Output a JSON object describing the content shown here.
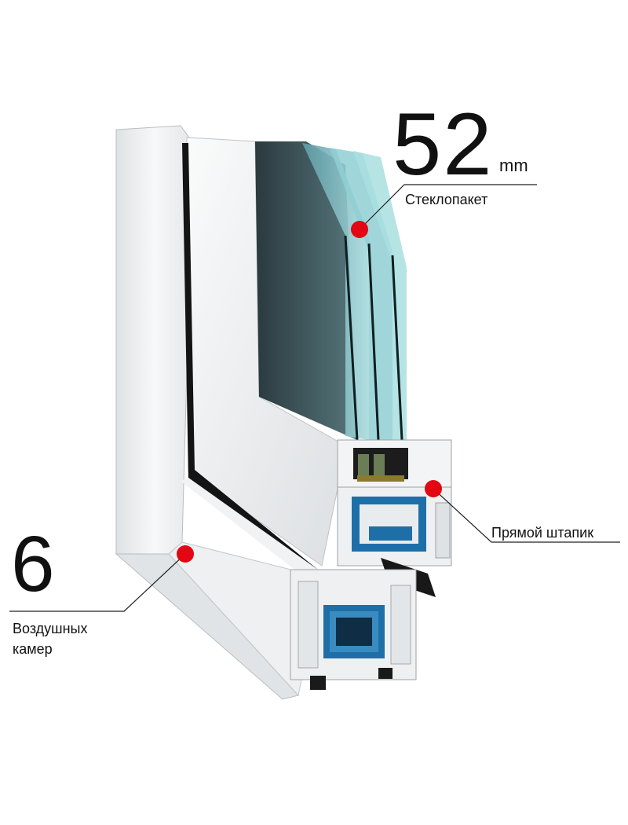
{
  "glass_unit": {
    "thickness": "52",
    "unit": "mm",
    "label": "Стеклопакет"
  },
  "glazing_bead": {
    "label": "Прямой штапик"
  },
  "air_chambers": {
    "count": "6",
    "label_line1": "Воздушных",
    "label_line2": "камер"
  },
  "colors": {
    "marker": "#e30613",
    "profile": "#f2f3f4",
    "glass": "#7fc4c9",
    "steel": "#1e6fa8",
    "gasket": "#151515"
  }
}
